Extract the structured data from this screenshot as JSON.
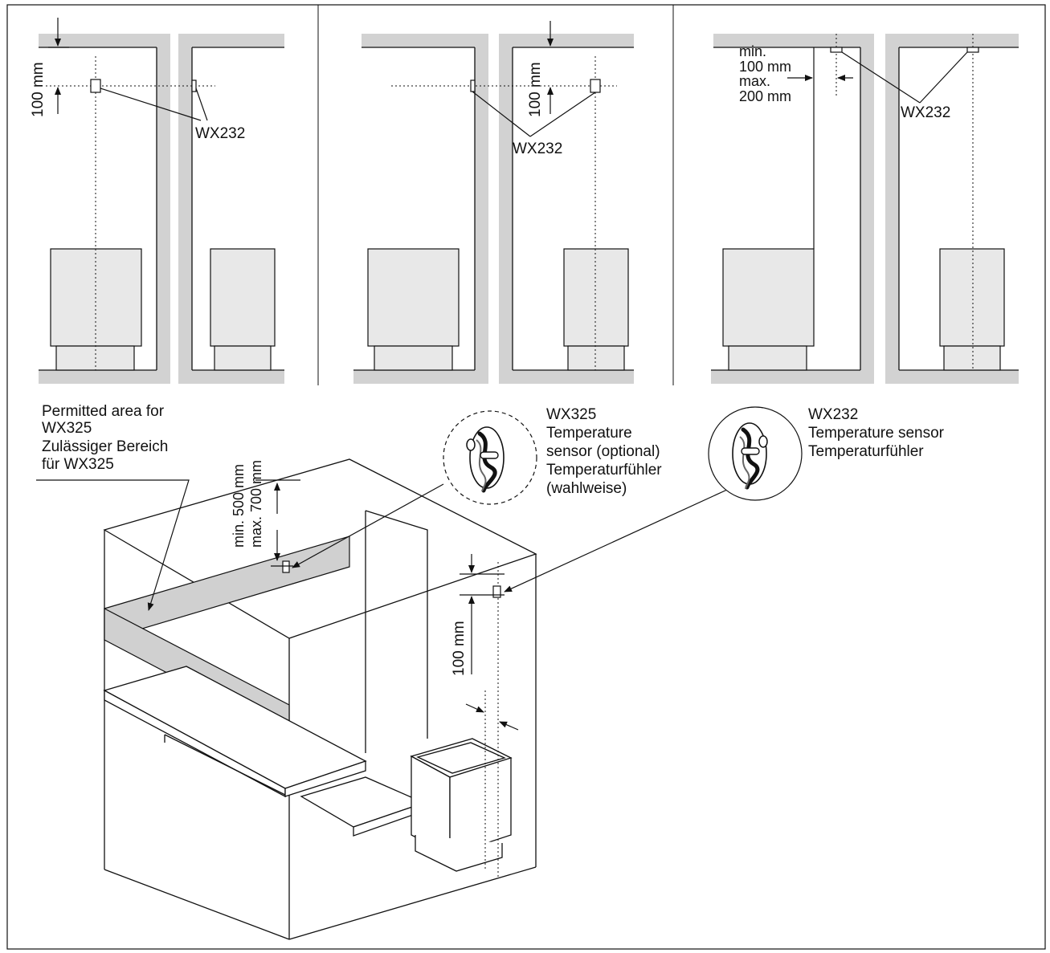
{
  "panels": {
    "p1": {
      "dim": "100 mm",
      "sensor": "WX232"
    },
    "p2": {
      "dim": "100 mm",
      "sensor": "WX232"
    },
    "p3": {
      "dim_lines": [
        "min.",
        "100 mm",
        "max.",
        "200 mm"
      ],
      "sensor": "WX232"
    }
  },
  "iso": {
    "area_lines": [
      "Permitted area for",
      "WX325",
      "Zulässiger Bereich",
      "für WX325"
    ],
    "height_lines": [
      "min. 500 mm",
      "max. 700 mm"
    ],
    "dist_label": "100 mm",
    "wx325_lines": [
      "WX325",
      "Temperature",
      "sensor (optional)",
      "Temperaturfühler",
      "(wahlweise)"
    ],
    "wx232_lines": [
      "WX232",
      "Temperature sensor",
      "Temperaturfühler"
    ]
  },
  "colors": {
    "wall": "#d2d2d2",
    "heater": "#e8e8e8",
    "zone": "#d0d0d0",
    "ink": "#111111"
  },
  "icons": [
    "temperature-sensor-icon",
    "arrow-icon"
  ]
}
